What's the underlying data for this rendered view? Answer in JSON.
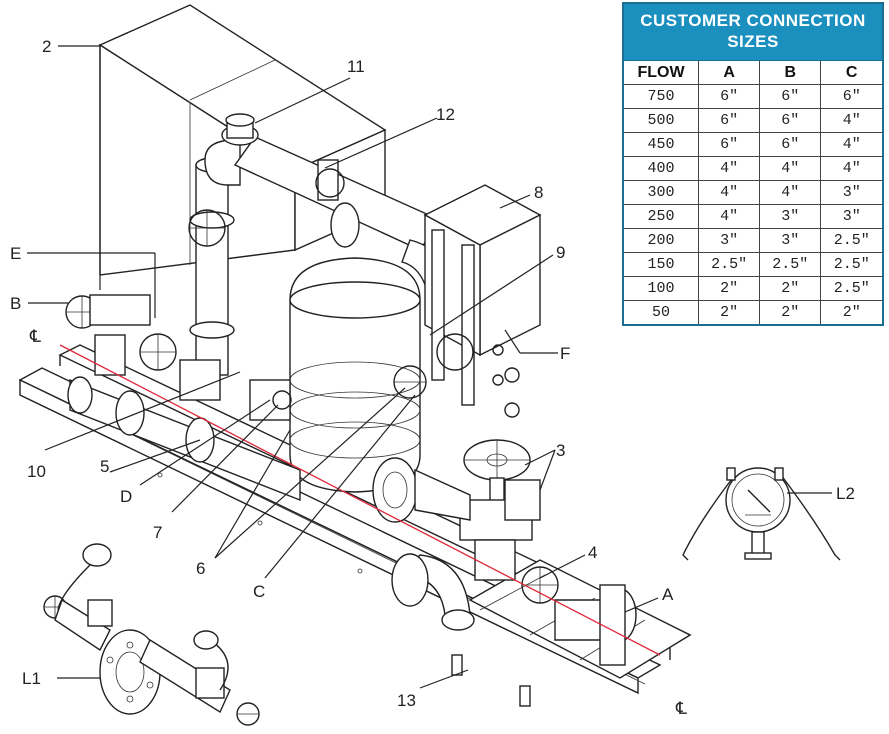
{
  "table": {
    "title": "CUSTOMER CONNECTION SIZES",
    "headers": [
      "FLOW",
      "A",
      "B",
      "C"
    ],
    "rows": [
      [
        "750",
        "6\"",
        "6\"",
        "6\""
      ],
      [
        "500",
        "6\"",
        "6\"",
        "4\""
      ],
      [
        "450",
        "6\"",
        "6\"",
        "4\""
      ],
      [
        "400",
        "4\"",
        "4\"",
        "4\""
      ],
      [
        "300",
        "4\"",
        "4\"",
        "3\""
      ],
      [
        "250",
        "4\"",
        "3\"",
        "3\""
      ],
      [
        "200",
        "3\"",
        "3\"",
        "2.5\""
      ],
      [
        "150",
        "2.5\"",
        "2.5\"",
        "2.5\""
      ],
      [
        "100",
        "2\"",
        "2\"",
        "2.5\""
      ],
      [
        "50",
        "2\"",
        "2\"",
        "2\""
      ]
    ]
  },
  "callouts": {
    "c2": "2",
    "c11": "11",
    "c12": "12",
    "c8": "8",
    "c9": "9",
    "cE": "E",
    "cB": "B",
    "cCL_left": "℄",
    "cF": "F",
    "c10": "10",
    "c5": "5",
    "cD": "D",
    "c7": "7",
    "c6": "6",
    "cC": "C",
    "c3": "3",
    "c4": "4",
    "cA": "A",
    "cL1": "L1",
    "cL2": "L2",
    "c13": "13",
    "cCL_right": "℄"
  },
  "colors": {
    "table_header": "#1b8fbd",
    "centerline": "#e0283a"
  }
}
